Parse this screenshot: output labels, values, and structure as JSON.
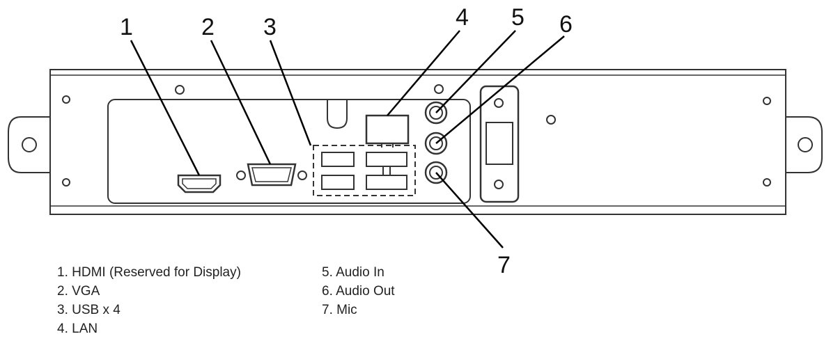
{
  "callouts": {
    "c1": "1",
    "c2": "2",
    "c3": "3",
    "c4": "4",
    "c5": "5",
    "c6": "6",
    "c7": "7"
  },
  "legend": {
    "left": [
      "1. HDMI (Reserved for Display)",
      "2. VGA",
      "3. USB x 4",
      "4. LAN"
    ],
    "right": [
      "5. Audio In",
      "6. Audio Out",
      "7. Mic"
    ]
  }
}
